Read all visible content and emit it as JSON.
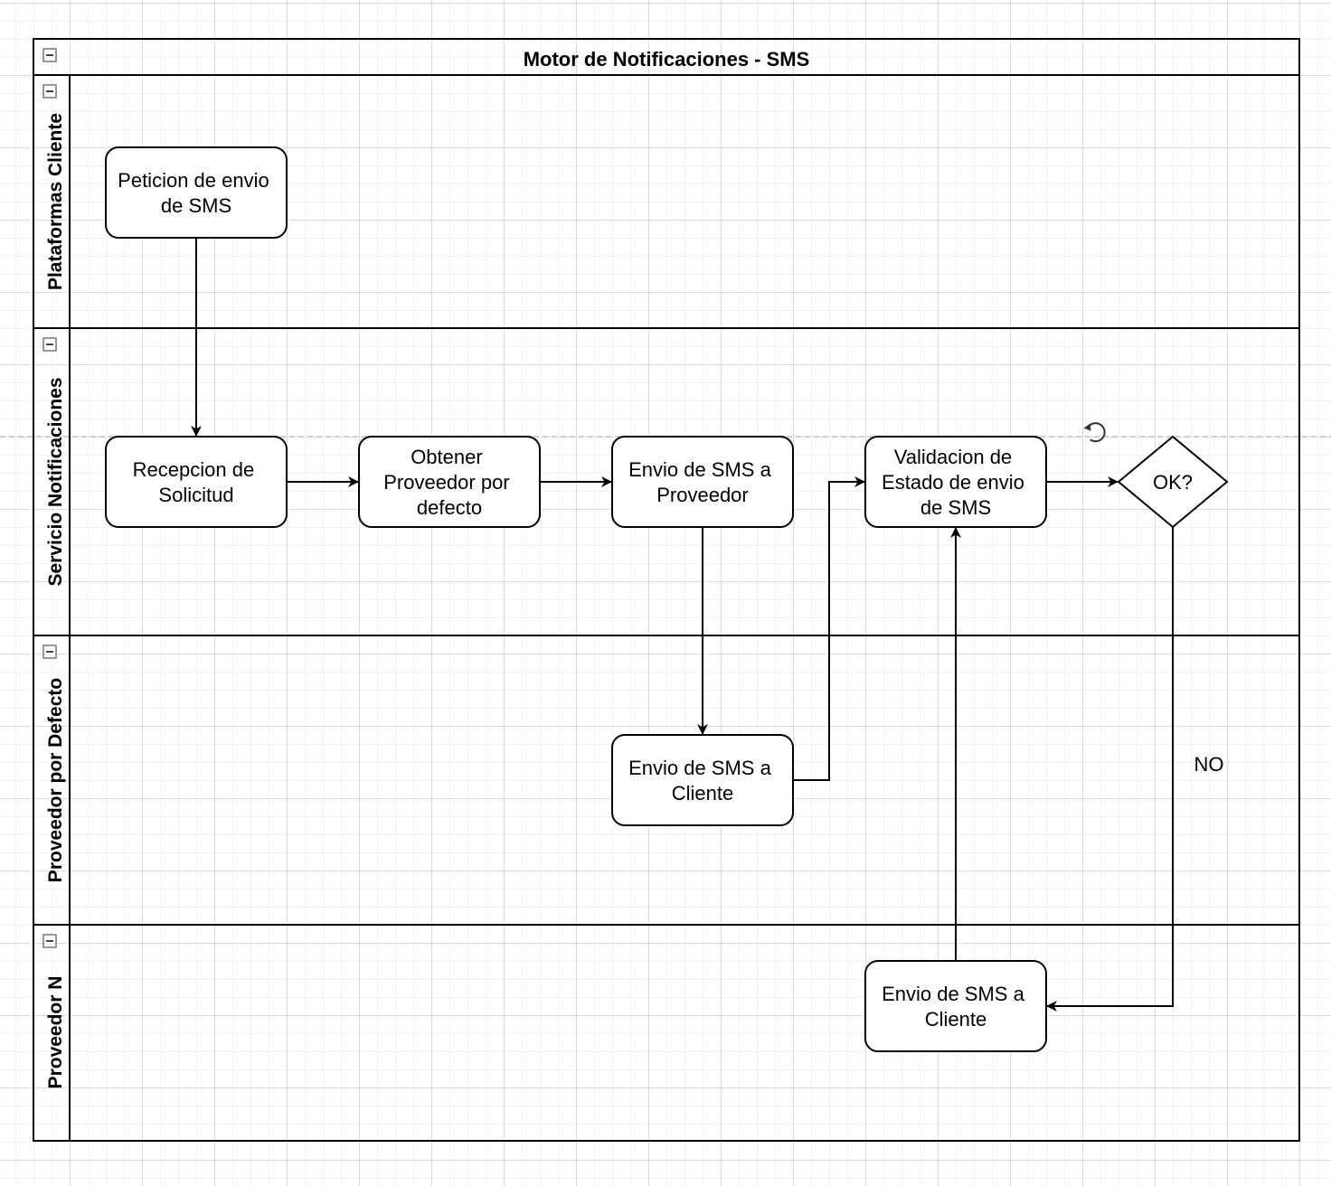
{
  "pool": {
    "title": "Motor de Notificaciones - SMS"
  },
  "lanes": [
    {
      "label": "Plataformas Cliente"
    },
    {
      "label": "Servicio Notificaciones"
    },
    {
      "label": "Proveedor por Defecto"
    },
    {
      "label": "Proveedor N"
    }
  ],
  "nodes": {
    "peticion": {
      "lines": [
        "Peticion de envio",
        "de SMS"
      ]
    },
    "recepcion": {
      "lines": [
        "Recepcion de",
        "Solicitud"
      ]
    },
    "obtener": {
      "lines": [
        "Obtener",
        "Proveedor por",
        "defecto"
      ]
    },
    "envio_proveedor": {
      "lines": [
        "Envio de SMS a",
        "Proveedor"
      ]
    },
    "validacion": {
      "lines": [
        "Validacion de",
        "Estado de envio",
        "de SMS"
      ]
    },
    "decision": {
      "lines": [
        "OK?"
      ]
    },
    "envio_cliente_default": {
      "lines": [
        "Envio de SMS a",
        "Cliente"
      ]
    },
    "envio_cliente_n": {
      "lines": [
        "Envio de SMS a",
        "Cliente"
      ]
    }
  },
  "edges": [
    {
      "from": "peticion",
      "to": "recepcion",
      "label": ""
    },
    {
      "from": "recepcion",
      "to": "obtener",
      "label": ""
    },
    {
      "from": "obtener",
      "to": "envio_proveedor",
      "label": ""
    },
    {
      "from": "envio_proveedor",
      "to": "envio_cliente_default",
      "label": ""
    },
    {
      "from": "envio_cliente_default",
      "to": "validacion",
      "label": ""
    },
    {
      "from": "validacion",
      "to": "decision",
      "label": ""
    },
    {
      "from": "decision",
      "to": "envio_cliente_n",
      "label": "NO"
    },
    {
      "from": "envio_cliente_n",
      "to": "validacion",
      "label": ""
    }
  ],
  "icons": {
    "collapse": "collapse-minus-icon",
    "rotate": "rotate-handle-icon"
  }
}
